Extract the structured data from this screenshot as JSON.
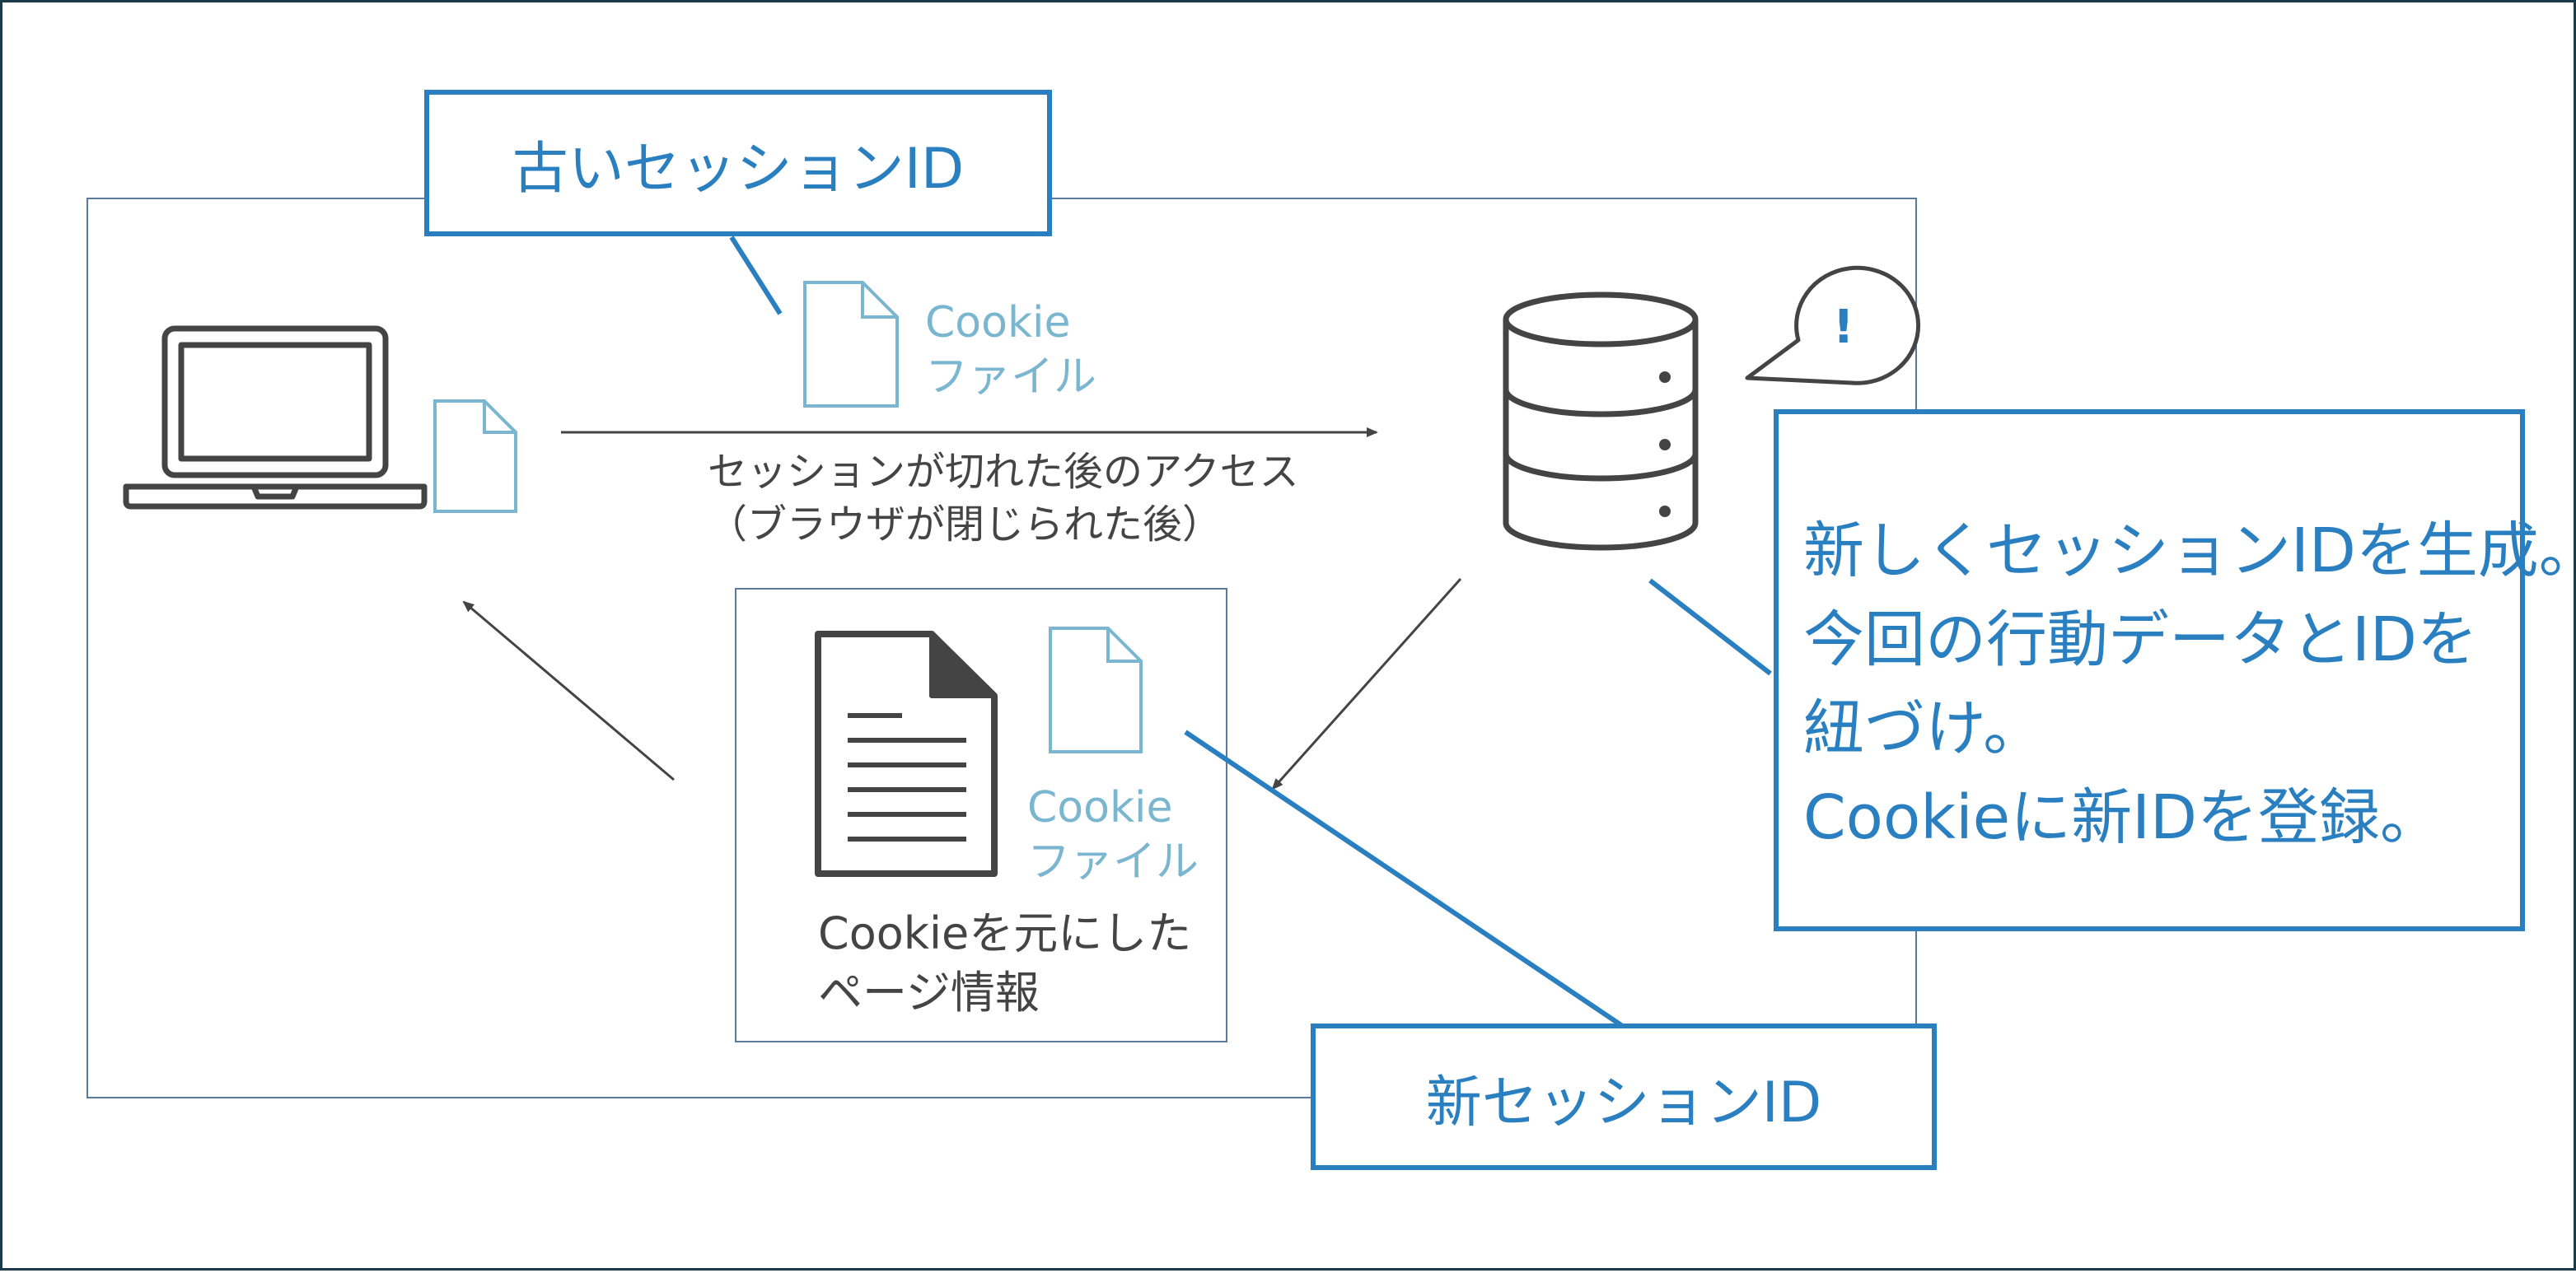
{
  "old_session_label": "古いセッションID",
  "new_session_label": "新セッションID",
  "cookie_file_top": {
    "line1": "Cookie",
    "line2": "ファイル"
  },
  "cookie_file_bottom": {
    "line1": "Cookie",
    "line2": "ファイル"
  },
  "request_caption": {
    "line1": "セッションが切れた後のアクセス",
    "line2": "（ブラウザが閉じられた後）"
  },
  "page_caption": {
    "line1": "Cookieを元にした",
    "line2": "ページ情報"
  },
  "server_note": {
    "lines": [
      "新しくセッションIDを生成。",
      "今回の行動データとIDを",
      "紐づけ。",
      "Cookieに新IDを登録。"
    ]
  },
  "alert_symbol": "!",
  "colors": {
    "accent": "#2a7fc0",
    "cookie": "#7ab6d0",
    "icon": "#444444",
    "frame": "#5a7a9a"
  }
}
